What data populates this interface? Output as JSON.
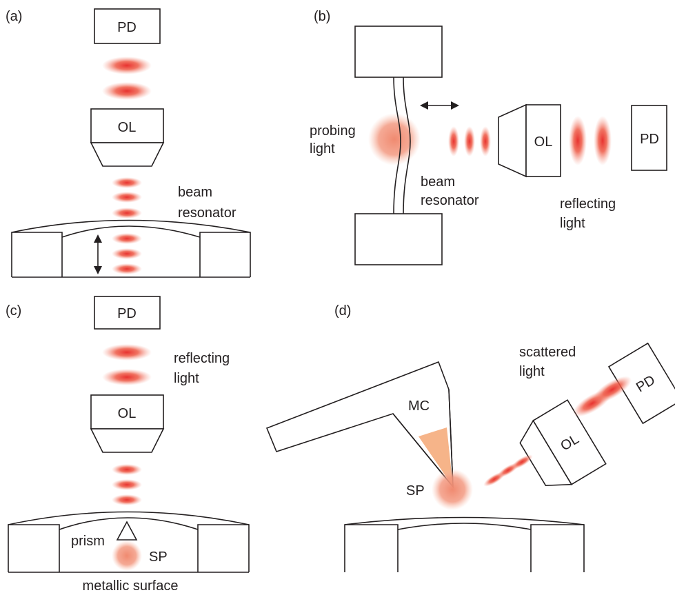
{
  "panels": {
    "a": {
      "tag": "(a)",
      "pd": "PD",
      "ol": "OL",
      "beam_line1": "beam",
      "beam_line2": "resonator"
    },
    "b": {
      "tag": "(b)",
      "probe_line1": "probing",
      "probe_line2": "light",
      "beam_line1": "beam",
      "beam_line2": "resonator",
      "ol": "OL",
      "pd": "PD",
      "refl_line1": "reflecting",
      "refl_line2": "light"
    },
    "c": {
      "tag": "(c)",
      "pd": "PD",
      "refl_line1": "reflecting",
      "refl_line2": "light",
      "ol": "OL",
      "prism": "prism",
      "sp": "SP",
      "surface": "metallic surface"
    },
    "d": {
      "tag": "(d)",
      "scat_line1": "scattered",
      "scat_line2": "light",
      "pd": "PD",
      "mc": "MC",
      "ol": "OL",
      "sp": "SP"
    }
  },
  "colors": {
    "laser": "#e8322f",
    "spot": "#f08a70",
    "tip_fill": "#f6b489",
    "line": "#231f20"
  }
}
